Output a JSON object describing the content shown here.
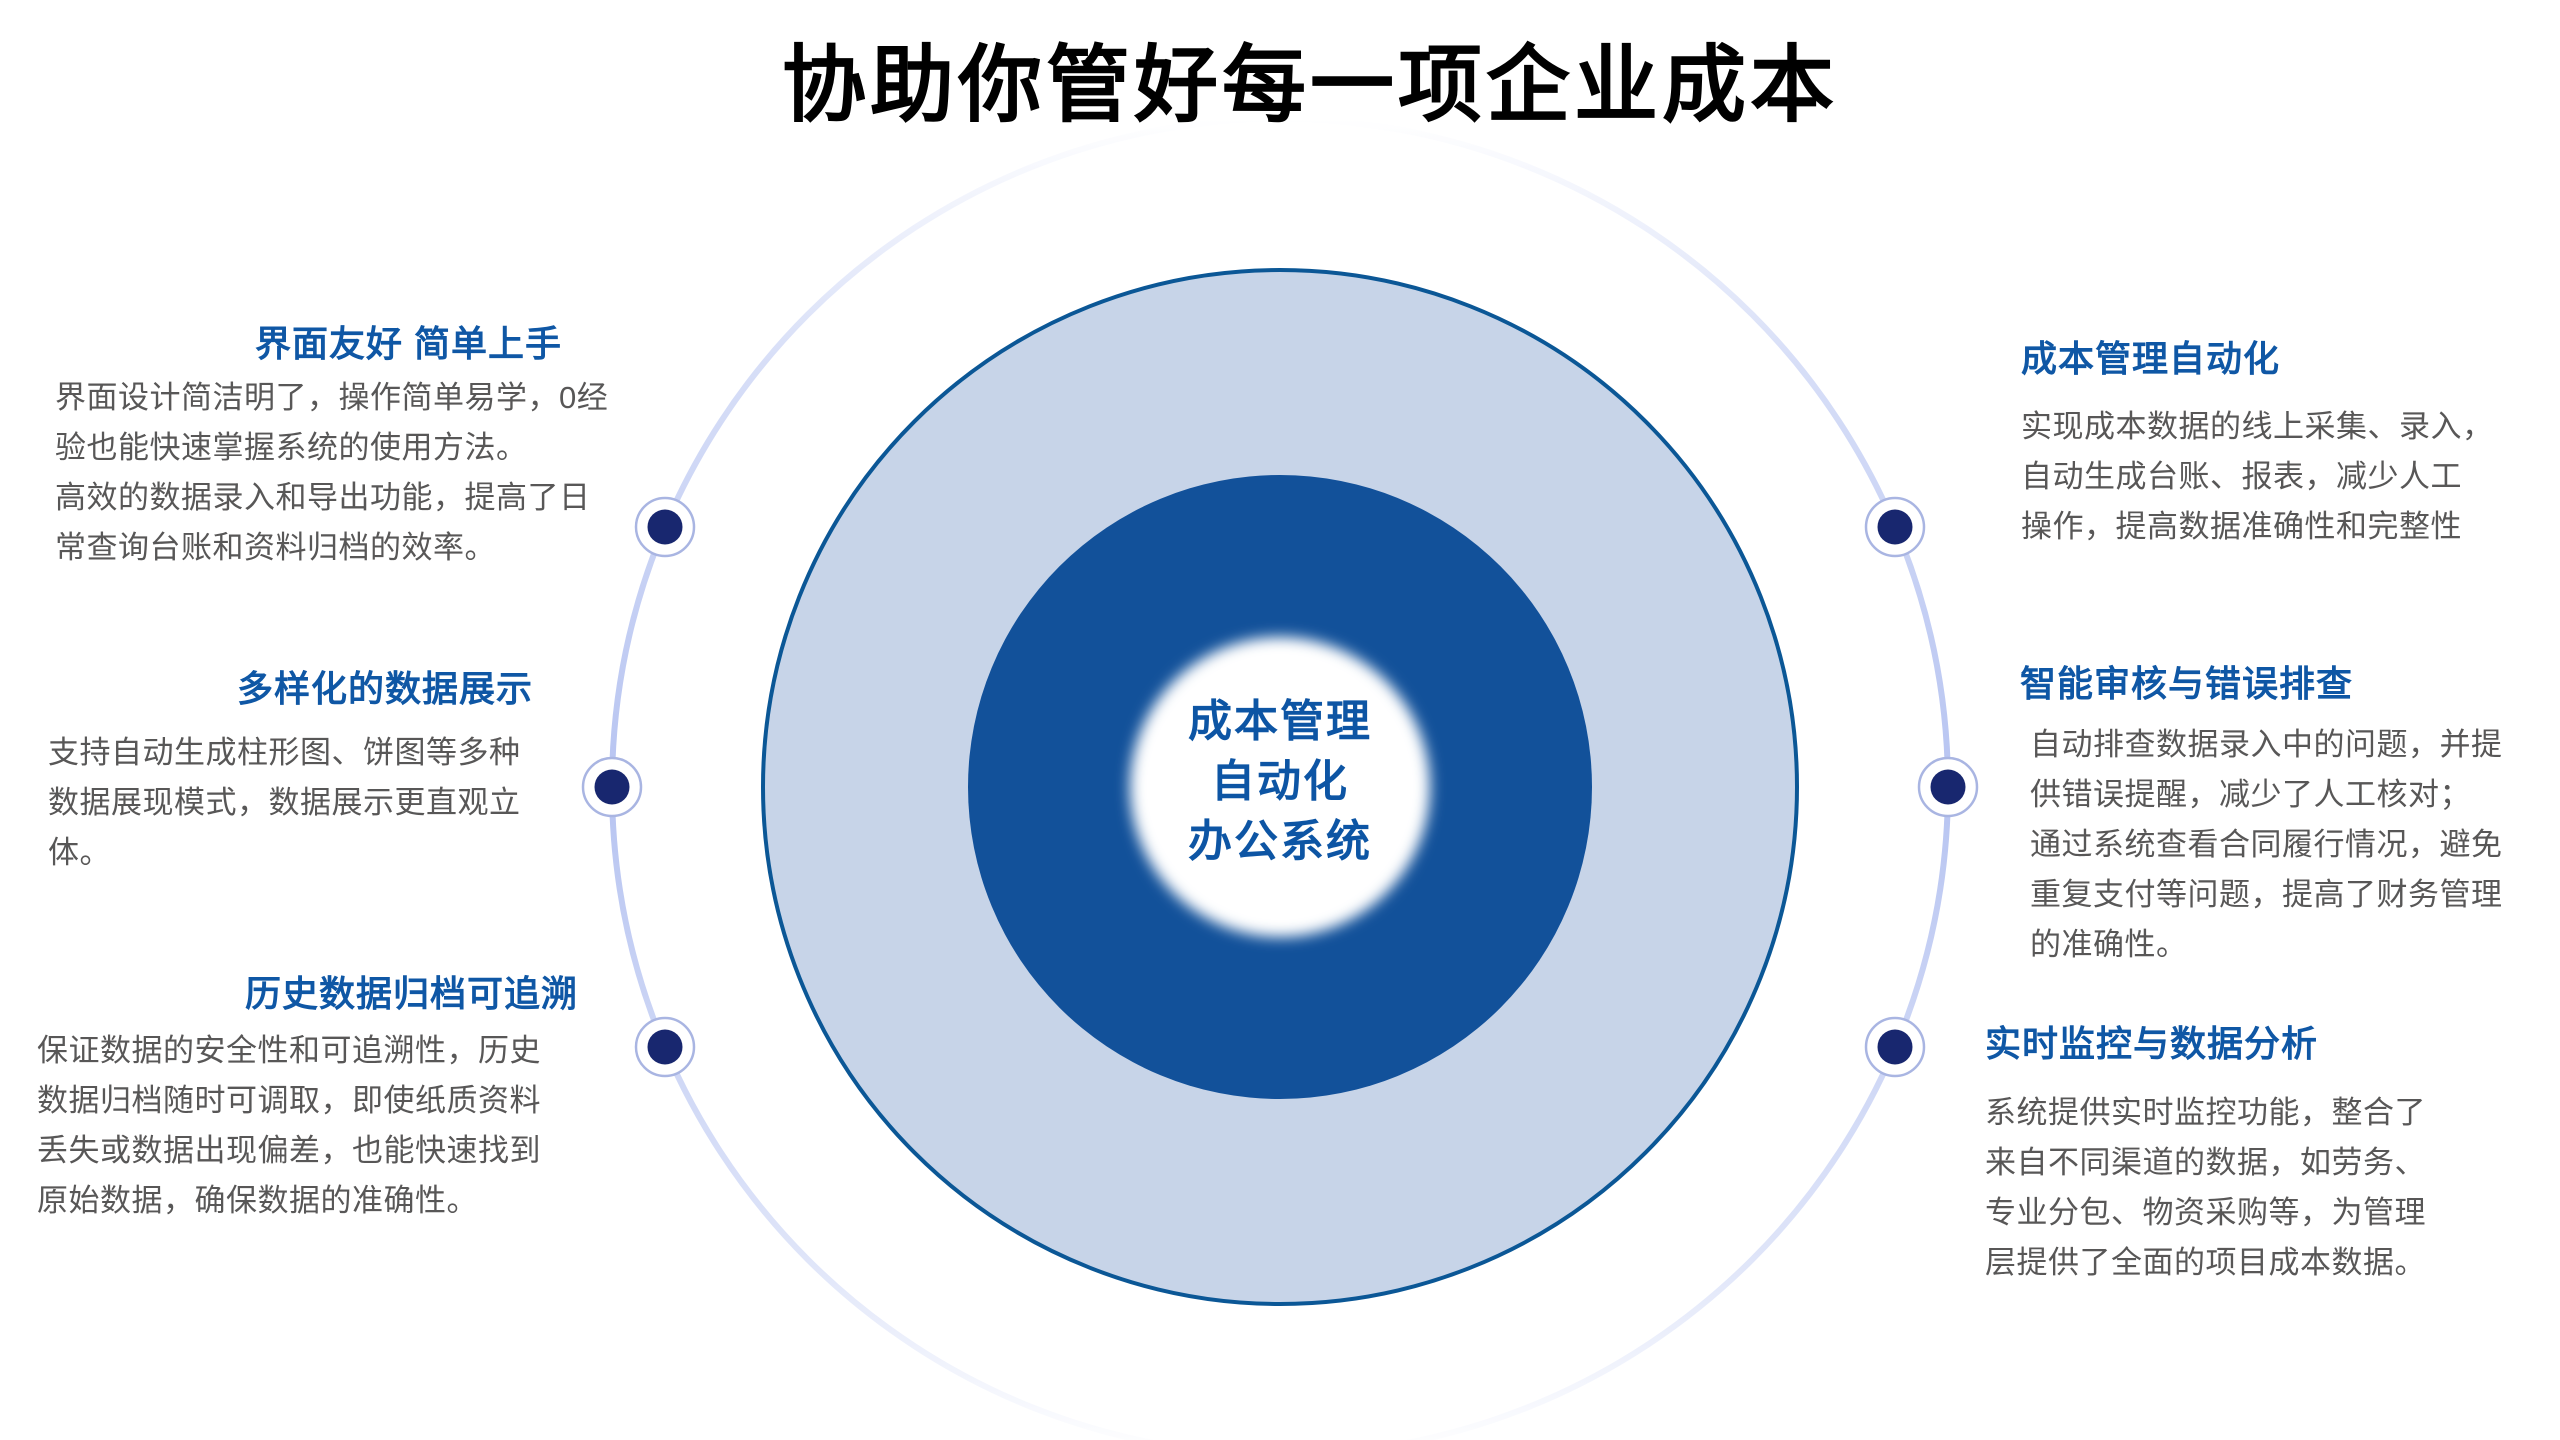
{
  "title": "协助你管好每一项企业成本",
  "center": {
    "label": "成本管理\n自动化\n办公系统"
  },
  "features": [
    {
      "id": "friendly-ui",
      "side": "left",
      "heading": "界面友好 简单上手",
      "body": "界面设计简洁明了，操作简单易学，0经\n验也能快速掌握系统的使用方法。\n高效的数据录入和导出功能，提高了日\n常查询台账和资料归档的效率。"
    },
    {
      "id": "diverse-data-display",
      "side": "left",
      "heading": "多样化的数据展示",
      "body": "支持自动生成柱形图、饼图等多种\n数据展现模式，数据展示更直观立\n体。"
    },
    {
      "id": "history-archive-traceable",
      "side": "left",
      "heading": "历史数据归档可追溯",
      "body": "保证数据的安全性和可追溯性，历史\n数据归档随时可调取，即使纸质资料\n丢失或数据出现偏差，也能快速找到\n原始数据，确保数据的准确性。"
    },
    {
      "id": "cost-automation",
      "side": "right",
      "heading": "成本管理自动化",
      "body": "实现成本数据的线上采集、录入，\n自动生成台账、报表，减少人工\n操作，提高数据准确性和完整性"
    },
    {
      "id": "smart-audit",
      "side": "right",
      "heading": "智能审核与错误排查",
      "body": "自动排查数据录入中的问题，并提\n供错误提醒，减少了人工核对；\n通过系统查看合同履行情况，避免\n重复支付等问题，提高了财务管理\n的准确性。"
    },
    {
      "id": "realtime-monitoring",
      "side": "right",
      "heading": "实时监控与数据分析",
      "body": "系统提供实时监控功能，整合了\n来自不同渠道的数据，如劳务、\n专业分包、物资采购等，为管理\n层提供了全面的项目成本数据。"
    }
  ],
  "colors": {
    "title_text": "#000000",
    "heading_blue": "#0F57A5",
    "body_text": "#585757",
    "outer_circle_fill": "#C7D4E8",
    "outer_circle_stroke": "#0B5796",
    "middle_circle_fill": "#12519A",
    "inner_circle_fill": "#FFFFFF",
    "center_text": "#0D55A4",
    "dot_fill": "#18276F",
    "dot_ring": "#A9B5E2",
    "orbit_ring": "#B7C4F1"
  }
}
